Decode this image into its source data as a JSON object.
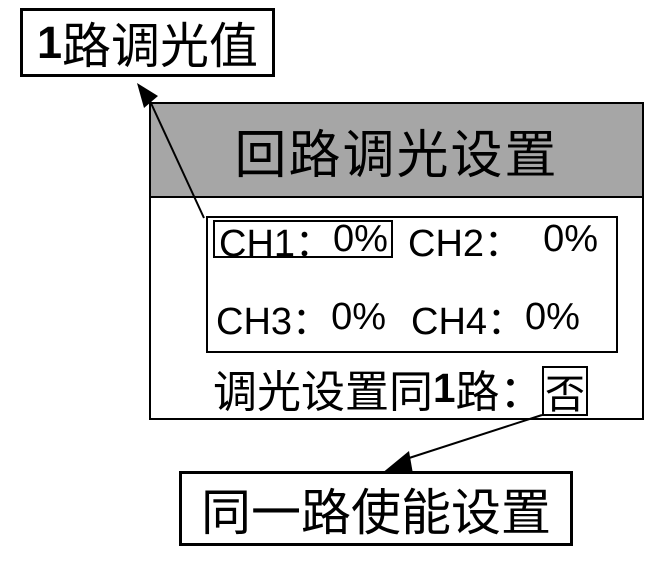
{
  "colors": {
    "header_bg": "#a6a6a6",
    "line": "#000000",
    "bg": "#ffffff"
  },
  "callout_top": {
    "num": "1",
    "text": "路调光值"
  },
  "callout_bottom": {
    "text": "同一路使能设置"
  },
  "panel": {
    "title": "回路调光设置",
    "channels": [
      {
        "label": "CH1：",
        "value": "0%",
        "selected": true
      },
      {
        "label": "CH2：",
        "value": "0%",
        "selected": false
      },
      {
        "label": "CH3：",
        "value": "0%",
        "selected": false
      },
      {
        "label": "CH4：",
        "value": "0%",
        "selected": false
      }
    ],
    "same_as_ch1": {
      "prefix": "调光设置同",
      "num": "1",
      "suffix": "路：",
      "value": "否"
    }
  }
}
